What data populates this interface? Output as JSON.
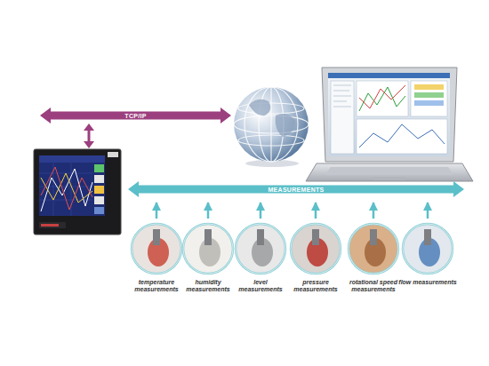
{
  "diagram": {
    "nodes": [
      {
        "text": [
          "TCP/IP"
        ]
      },
      {
        "text": [
          "MEASUREMENTS"
        ]
      },
      {
        "text": [
          "temperature measurements"
        ]
      },
      {
        "text": [
          "humidity measurements"
        ]
      },
      {
        "text": [
          "level measurements"
        ]
      },
      {
        "text": [
          "pressure measurements"
        ]
      },
      {
        "text": [
          "rotational speed measurements"
        ]
      },
      {
        "text": [
          "flow measurements"
        ]
      }
    ],
    "edges": [
      {
        "from": 2,
        "to": 1,
        "arrow": "to"
      },
      {
        "from": 3,
        "to": 1,
        "arrow": "to"
      },
      {
        "from": 4,
        "to": 1,
        "arrow": "to"
      },
      {
        "from": 5,
        "to": 1,
        "arrow": "to"
      },
      {
        "from": 6,
        "to": 1,
        "arrow": "to"
      },
      {
        "from": 7,
        "to": 1,
        "arrow": "to"
      }
    ]
  }
}
